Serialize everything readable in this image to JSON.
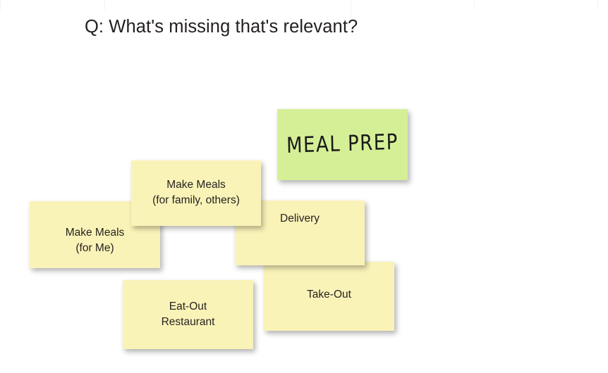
{
  "slide": {
    "title": "Q: What's missing that's relevant?",
    "background_color": "#ffffff",
    "title_color": "#231f20"
  },
  "colors": {
    "sticky_yellow": "#faf3b8",
    "sticky_green": "#d5ef97",
    "note_text": "#27221f"
  },
  "notes": [
    {
      "id": "make-meals-me",
      "text": "Make Meals\n(for Me)",
      "color": "yellow"
    },
    {
      "id": "make-meals-family",
      "text": "Make Meals\n(for family, others)",
      "color": "yellow"
    },
    {
      "id": "delivery",
      "text": "Delivery",
      "color": "yellow"
    },
    {
      "id": "take-out",
      "text": "Take-Out",
      "color": "yellow"
    },
    {
      "id": "eat-out",
      "text": "Eat-Out\nRestaurant",
      "color": "yellow"
    },
    {
      "id": "meal-prep",
      "text": "MEAL PREP",
      "color": "green"
    }
  ]
}
